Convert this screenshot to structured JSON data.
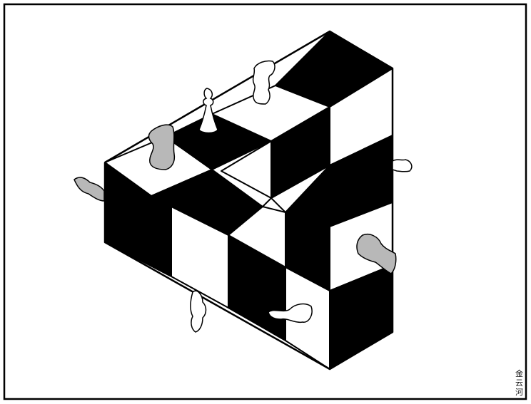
{
  "artwork": {
    "subject": "impossible-triangle-checkerboard",
    "colors": {
      "ink": "#000000",
      "paper": "#ffffff",
      "piece_grey": "#b8b8b8",
      "border": "#000000"
    },
    "signature": {
      "chars": [
        "金",
        "云",
        "河"
      ]
    },
    "pieces": [
      {
        "kind": "pawn",
        "color": "white"
      },
      {
        "kind": "knight",
        "color": "white"
      },
      {
        "kind": "knight",
        "color": "grey"
      },
      {
        "kind": "knight",
        "color": "grey"
      },
      {
        "kind": "knight",
        "color": "grey"
      },
      {
        "kind": "knight",
        "color": "white"
      },
      {
        "kind": "knight",
        "color": "white"
      },
      {
        "kind": "knight",
        "color": "white"
      }
    ]
  }
}
